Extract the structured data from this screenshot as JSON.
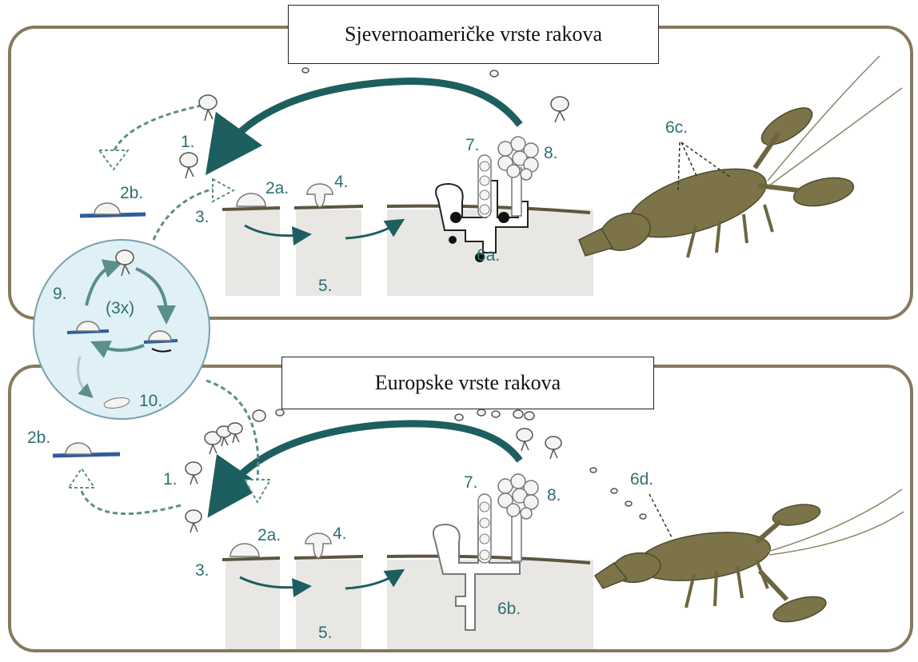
{
  "panels": {
    "top": {
      "title": "Sjevernoameričke vrste rakova"
    },
    "bottom": {
      "title": "Europske vrste rakova"
    }
  },
  "labels": {
    "top": {
      "l1": "1.",
      "l2a": "2a.",
      "l2b": "2b.",
      "l3": "3.",
      "l4": "4.",
      "l5": "5.",
      "l6a": "6a.",
      "l6c": "6c.",
      "l7": "7.",
      "l8": "8."
    },
    "cycle": {
      "l9": "9.",
      "l3x": "(3x)",
      "l10": "10."
    },
    "bottom": {
      "l1": "1.",
      "l2a": "2a.",
      "l2b": "2b.",
      "l3": "3.",
      "l4": "4.",
      "l5": "5.",
      "l6b": "6b.",
      "l6d": "6d.",
      "l7": "7.",
      "l8": "8."
    }
  },
  "colors": {
    "label": "#2f6f72",
    "arrow_dark": "#1d5f5f",
    "panel_border": "#867a5e",
    "tissue": "#e9e7e4",
    "cuticle": "#5e5541",
    "substrate": "#2e5d9a",
    "cycle_fill": "#dff0f6",
    "crayfish": "#7c7448"
  },
  "icons": {
    "zoospore": "zoospore-icon",
    "cyst": "cyst-icon",
    "sporangium": "sporangium-icon",
    "crayfish": "crayfish-icon"
  }
}
